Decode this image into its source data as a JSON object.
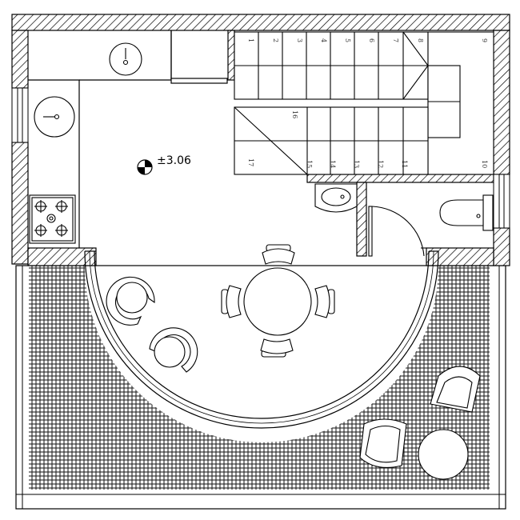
{
  "level": {
    "label": "±3.06"
  },
  "stairs": {
    "upper_flight_numbers": [
      "1",
      "2",
      "3",
      "4",
      "5",
      "6",
      "7",
      "8",
      "9"
    ],
    "landing_number": "10",
    "lower_flight_numbers": [
      "11",
      "12",
      "13",
      "14",
      "15"
    ],
    "winder_numbers": [
      "16",
      "17"
    ]
  },
  "colors": {
    "line": "#000000",
    "background": "#ffffff",
    "tile": "#222222"
  }
}
